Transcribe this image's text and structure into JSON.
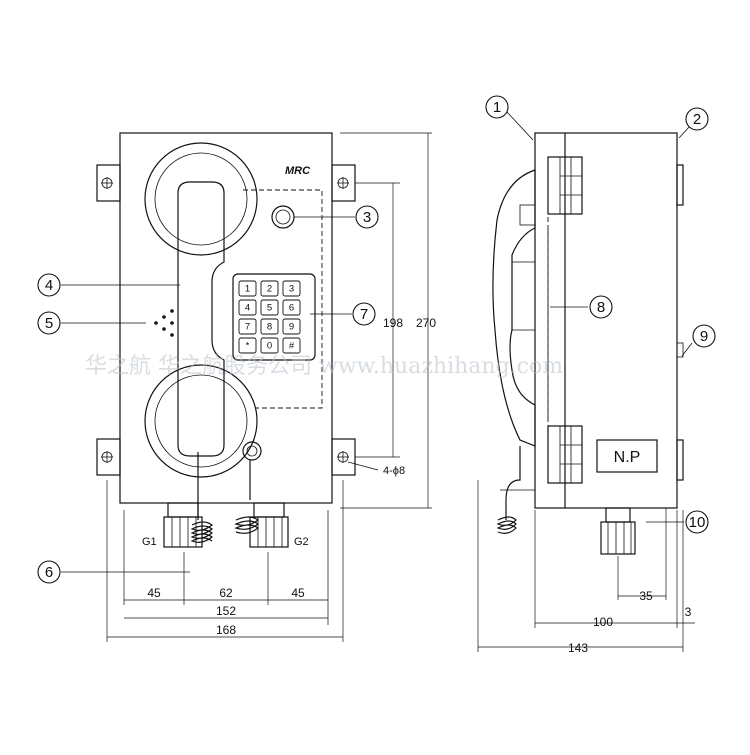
{
  "brand": {
    "logo_text": "MRC"
  },
  "nameplate": {
    "label": "N.P"
  },
  "keypad": {
    "keys": [
      "1",
      "2",
      "3",
      "4",
      "5",
      "6",
      "7",
      "8",
      "9",
      "*",
      "0",
      "#"
    ]
  },
  "callouts": [
    "1",
    "2",
    "3",
    "4",
    "5",
    "6",
    "7",
    "8",
    "9",
    "10"
  ],
  "glands": {
    "left": "G1",
    "right": "G2"
  },
  "dimensions": {
    "front_height_inner": "198",
    "front_height_outer": "270",
    "holes": "4-ϕ8",
    "bottom_left": "45",
    "bottom_mid": "62",
    "bottom_right": "45",
    "width_inner": "152",
    "width_outer": "168",
    "side_gland": "35",
    "side_depth": "100",
    "side_offset": "3",
    "side_total": "143"
  },
  "watermark": {
    "text": "华之航  华之航股务公司  www.huazhihang.com",
    "color": "#b9c2cc"
  }
}
